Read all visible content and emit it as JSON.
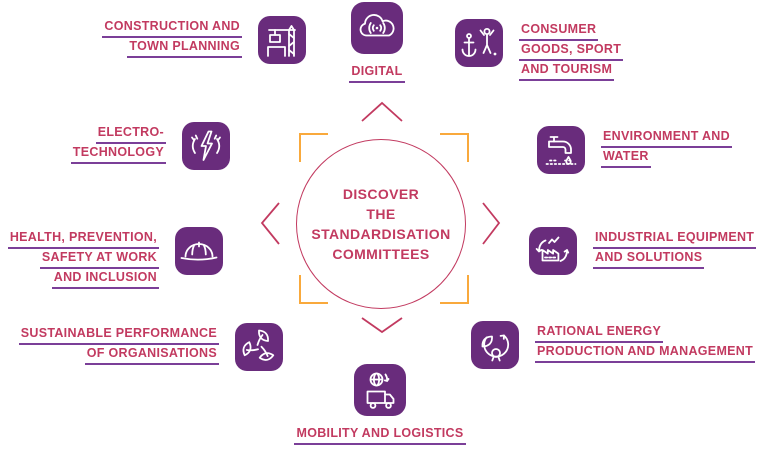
{
  "center": {
    "lines": [
      "DISCOVER",
      "THE",
      "STANDARDISATION",
      "COMMITTEES"
    ]
  },
  "categories": [
    {
      "name": "construction-town-planning",
      "icon": "crane-icon",
      "lines": [
        "CONSTRUCTION AND",
        "TOWN PLANNING"
      ]
    },
    {
      "name": "digital",
      "icon": "cloud-signal-icon",
      "lines": [
        "DIGITAL"
      ]
    },
    {
      "name": "consumer-goods-sport-tourism",
      "icon": "sport-anchor-icon",
      "lines": [
        "CONSUMER",
        "GOODS, SPORT",
        "AND TOURISM"
      ]
    },
    {
      "name": "environment-water",
      "icon": "faucet-icon",
      "lines": [
        "ENVIRONMENT AND",
        "WATER"
      ]
    },
    {
      "name": "industrial-equipment-solutions",
      "icon": "factory-arrows-icon",
      "lines": [
        "INDUSTRIAL EQUIPMENT",
        "AND SOLUTIONS"
      ]
    },
    {
      "name": "rational-energy-production-management",
      "icon": "energy-cycle-icon",
      "lines": [
        "RATIONAL ENERGY",
        "PRODUCTION AND MANAGEMENT"
      ]
    },
    {
      "name": "mobility-logistics",
      "icon": "truck-globe-icon",
      "lines": [
        "MOBILITY AND LOGISTICS"
      ]
    },
    {
      "name": "sustainable-performance-organisations",
      "icon": "leaves-cycle-icon",
      "lines": [
        "SUSTAINABLE PERFORMANCE",
        "OF ORGANISATIONS"
      ]
    },
    {
      "name": "health-prevention-safety-inclusion",
      "icon": "helmet-icon",
      "lines": [
        "HEALTH, PREVENTION,",
        "SAFETY AT WORK",
        "AND INCLUSION"
      ]
    },
    {
      "name": "electro-technology",
      "icon": "hands-lightning-icon",
      "lines": [
        "ELECTRO-",
        "TECHNOLOGY"
      ]
    }
  ],
  "colors": {
    "text_crimson": "#c23a60",
    "underline_purple": "#7b3f98",
    "icon_purple": "#692c7c",
    "bracket_orange": "#f9a93c"
  }
}
